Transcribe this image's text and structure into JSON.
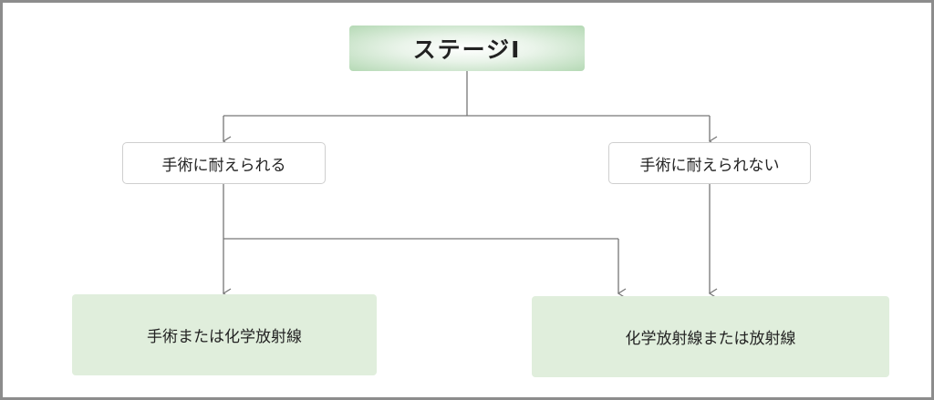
{
  "diagram": {
    "title": "ステージⅠ",
    "conditions": {
      "left": "手術に耐えられる",
      "right": "手術に耐えられない"
    },
    "treatments": {
      "left": "手術または化学放射線",
      "right": "化学放射線または放射線"
    },
    "colors": {
      "frame": "#8c8c8c",
      "connector": "#777777",
      "title_fill": "#b5d9b5",
      "treatment_fill": "#e0eedc",
      "condition_border": "#cfcfcf"
    }
  }
}
